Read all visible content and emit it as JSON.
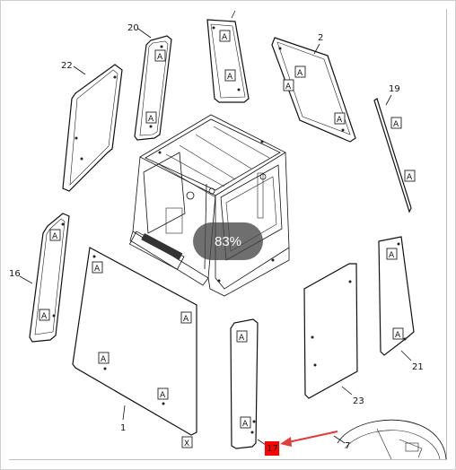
{
  "viewer": {
    "zoom_label": "83%"
  },
  "callouts": {
    "c1": "1",
    "c2": "2",
    "c7": "7",
    "c16": "16",
    "c17": "17",
    "c19": "19",
    "c20": "20",
    "c21": "21",
    "c22": "22",
    "c23": "23"
  },
  "markers": {
    "a": "A",
    "x": "X"
  },
  "highlight": {
    "color": "#ff0000",
    "arrow_color": "#e23b3b"
  }
}
